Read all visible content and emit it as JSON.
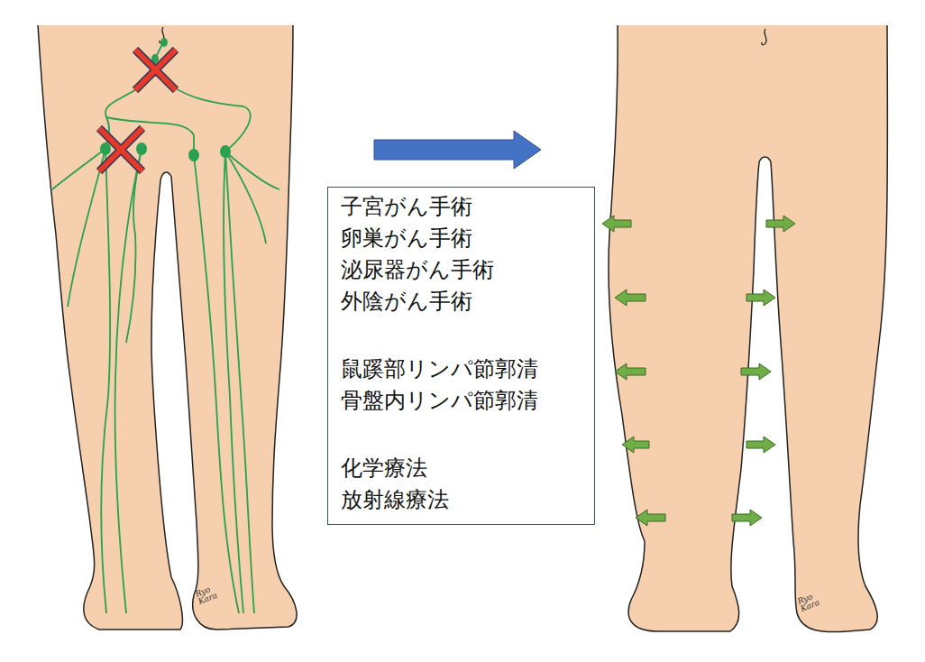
{
  "diagram": {
    "nodes": [
      {
        "text": [
          "子宮がん手術 卵巣がん手術 泌尿器がん手術 外陰がん手術",
          "鼠蹊部リンパ節郭清 骨盤内リンパ節郭清",
          "化学療法 放射線療法"
        ]
      }
    ],
    "labels": [
      "Ryo Kara",
      "Ryo Kara"
    ]
  }
}
